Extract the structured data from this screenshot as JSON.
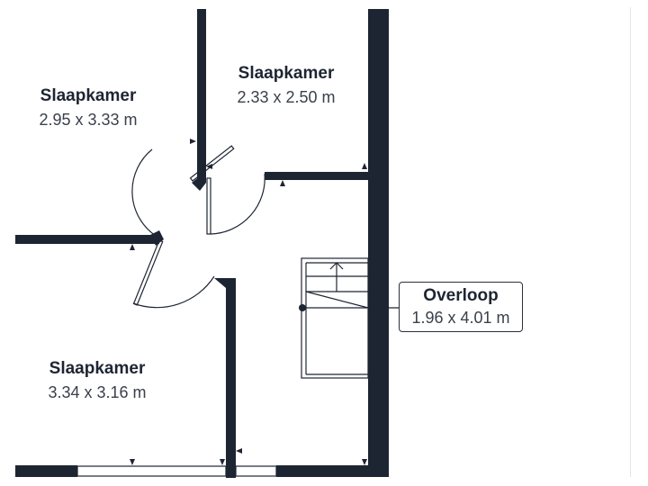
{
  "rooms": {
    "bedroom_left_top": {
      "name": "Slaapkamer",
      "dims": "2.95 x 3.33 m"
    },
    "bedroom_right_top": {
      "name": "Slaapkamer",
      "dims": "2.33 x 2.50 m"
    },
    "bedroom_bottom": {
      "name": "Slaapkamer",
      "dims": "3.34 x 3.16 m"
    },
    "landing": {
      "name": "Overloop",
      "dims": "1.96 x 4.01 m"
    }
  },
  "colors": {
    "wall": "#1e2532",
    "label_border": "#2a303c",
    "background": "#ffffff"
  }
}
